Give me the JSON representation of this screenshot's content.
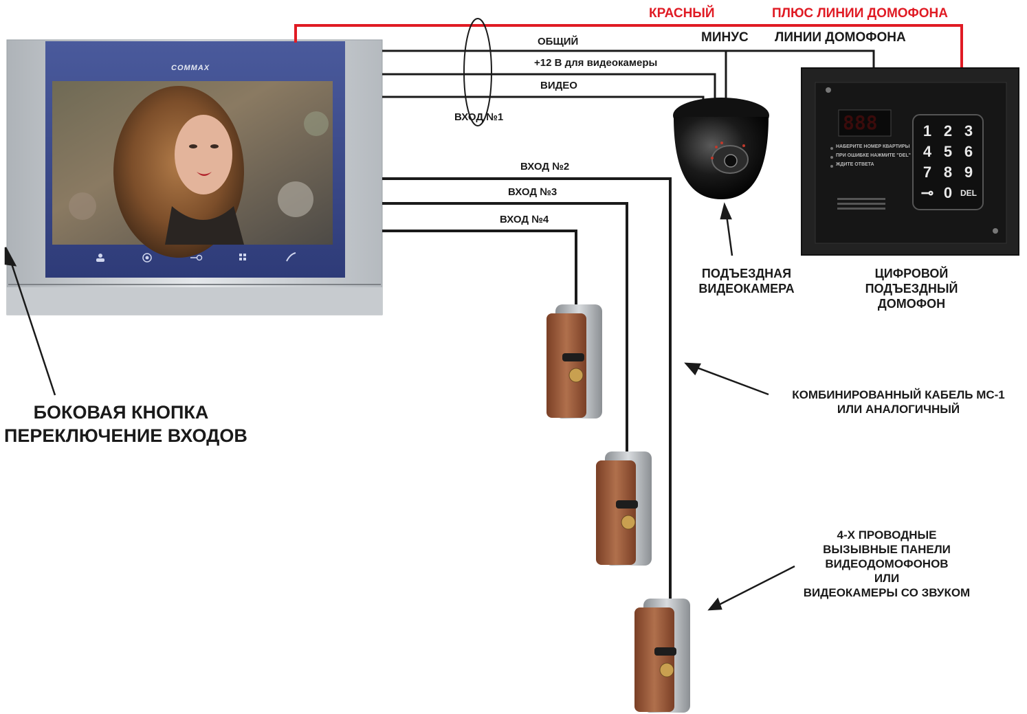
{
  "colors": {
    "red_line": "#e01b24",
    "wire": "#1a1a1a",
    "monitor_frame": "#c9cdd1",
    "monitor_bezel": "#3b4a8a",
    "panel_copper": "#9a5a3c",
    "intercom_body": "#1e1e1e"
  },
  "top_labels": {
    "red_word": "КРАСНЫЙ",
    "plus_line": "ПЛЮС  ЛИНИИ ДОМОФОНА",
    "minus_word": "МИНУС",
    "minus_line": "ЛИНИИ ДОМОФОНА"
  },
  "wire_labels": {
    "common": "ОБЩИЙ",
    "power": "+12 В для видеокамеры",
    "video": "ВИДЕО",
    "input1": "ВХОД №1",
    "input2": "ВХОД №2",
    "input3": "ВХОД №3",
    "input4": "ВХОД №4"
  },
  "monitor": {
    "brand": "COMMAX",
    "buttons": [
      "person-icon",
      "circle-icon",
      "key-icon",
      "grid-icon",
      "phone-icon"
    ]
  },
  "camera_caption": [
    "ПОДЪЕЗДНАЯ",
    "ВИДЕОКАМЕРА"
  ],
  "intercom": {
    "caption": [
      "ЦИФРОВОЙ",
      "ПОДЪЕЗДНЫЙ",
      "ДОМОФОН"
    ],
    "display": "888",
    "instructions": [
      "НАБЕРИТЕ НОМЕР КВАРТИРЫ",
      "ПРИ ОШИБКЕ НАЖМИТЕ \"DEL\"",
      "ЖДИТЕ ОТВЕТА"
    ],
    "keys": [
      "1",
      "2",
      "3",
      "4",
      "5",
      "6",
      "7",
      "8",
      "9",
      "⊸",
      "0",
      "DEL"
    ]
  },
  "side_button_caption": [
    "БОКОВАЯ КНОПКА",
    "ПЕРЕКЛЮЧЕНИЕ  ВХОДОВ"
  ],
  "cable_caption": [
    "КОМБИНИРОВАННЫЙ КАБЕЛЬ МС-1",
    "ИЛИ АНАЛОГИЧНЫЙ"
  ],
  "panels_caption": [
    "4-Х ПРОВОДНЫЕ",
    "ВЫЗЫВНЫЕ ПАНЕЛИ",
    "ВИДЕОДОМОФОНОВ",
    "ИЛИ",
    "ВИДЕОКАМЕРЫ СО ЗВУКОМ"
  ]
}
